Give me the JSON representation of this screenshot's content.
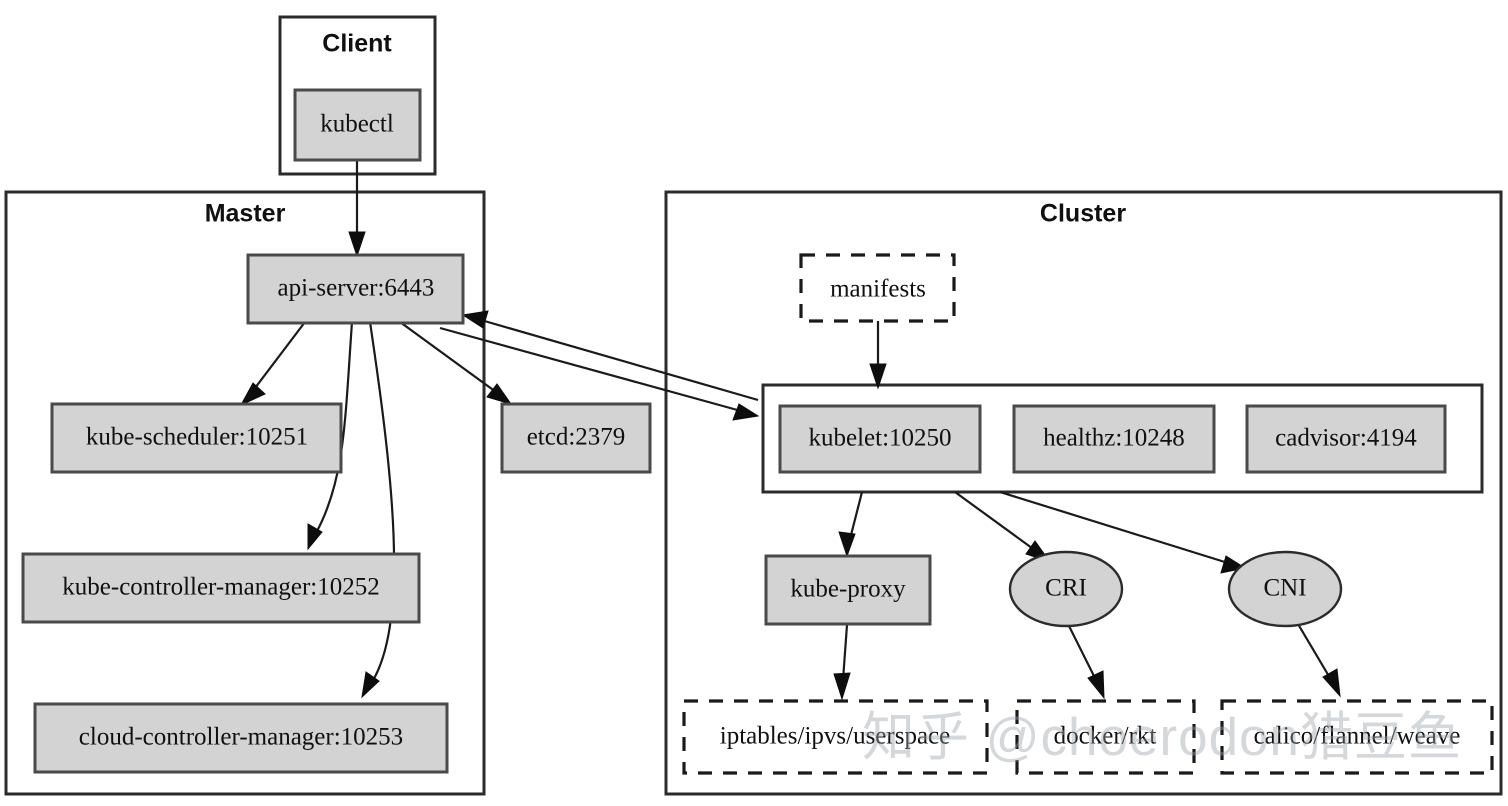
{
  "diagram": {
    "title": "Kubernetes architecture component diagram",
    "type": "graphviz-digraph",
    "background_color": "#ffffff",
    "node_fill_color": "#d3d3d3",
    "node_stroke_color": "#4a4a4a",
    "edge_color": "#1a1a1a",
    "cluster_stroke_color": "#2b2b2b"
  },
  "clusters": {
    "client": {
      "label": "Client"
    },
    "master": {
      "label": "Master"
    },
    "cluster": {
      "label": "Cluster"
    },
    "node_group": {
      "label": ""
    }
  },
  "nodes": {
    "kubectl": {
      "label": "kubectl",
      "shape": "box",
      "style": "filled"
    },
    "api_server": {
      "label": "api-server:6443",
      "shape": "box",
      "style": "filled"
    },
    "kube_scheduler": {
      "label": "kube-scheduler:10251",
      "shape": "box",
      "style": "filled"
    },
    "kube_controller_manager": {
      "label": "kube-controller-manager:10252",
      "shape": "box",
      "style": "filled"
    },
    "cloud_controller_manager": {
      "label": "cloud-controller-manager:10253",
      "shape": "box",
      "style": "filled"
    },
    "etcd": {
      "label": "etcd:2379",
      "shape": "box",
      "style": "filled"
    },
    "manifests": {
      "label": "manifests",
      "shape": "box",
      "style": "dashed"
    },
    "kubelet": {
      "label": "kubelet:10250",
      "shape": "box",
      "style": "filled"
    },
    "healthz": {
      "label": "healthz:10248",
      "shape": "box",
      "style": "filled"
    },
    "cadvisor": {
      "label": "cadvisor:4194",
      "shape": "box",
      "style": "filled"
    },
    "kube_proxy": {
      "label": "kube-proxy",
      "shape": "box",
      "style": "filled"
    },
    "cri": {
      "label": "CRI",
      "shape": "ellipse",
      "style": "filled"
    },
    "cni": {
      "label": "CNI",
      "shape": "ellipse",
      "style": "filled"
    },
    "iptables": {
      "label": "iptables/ipvs/userspace",
      "shape": "box",
      "style": "dashed"
    },
    "docker_rkt": {
      "label": "docker/rkt",
      "shape": "box",
      "style": "dashed"
    },
    "calico": {
      "label": "calico/flannel/weave",
      "shape": "box",
      "style": "dashed"
    }
  },
  "edges": [
    {
      "from": "kubectl",
      "to": "api_server",
      "directed": true
    },
    {
      "from": "api_server",
      "to": "kube_scheduler",
      "directed": true
    },
    {
      "from": "api_server",
      "to": "kube_controller_manager",
      "directed": true
    },
    {
      "from": "api_server",
      "to": "cloud_controller_manager",
      "directed": true
    },
    {
      "from": "api_server",
      "to": "etcd",
      "directed": true
    },
    {
      "from": "api_server",
      "to": "kubelet",
      "directed": true
    },
    {
      "from": "kubelet",
      "to": "api_server",
      "directed": true
    },
    {
      "from": "manifests",
      "to": "kubelet",
      "directed": true
    },
    {
      "from": "kubelet",
      "to": "kube_proxy",
      "directed": true
    },
    {
      "from": "kubelet",
      "to": "cri",
      "directed": true
    },
    {
      "from": "kubelet",
      "to": "cni",
      "directed": true
    },
    {
      "from": "kube_proxy",
      "to": "iptables",
      "directed": true
    },
    {
      "from": "cri",
      "to": "docker_rkt",
      "directed": true
    },
    {
      "from": "cni",
      "to": "calico",
      "directed": true
    }
  ],
  "watermark": {
    "text": "知乎 @choerodon猎豆鱼"
  }
}
